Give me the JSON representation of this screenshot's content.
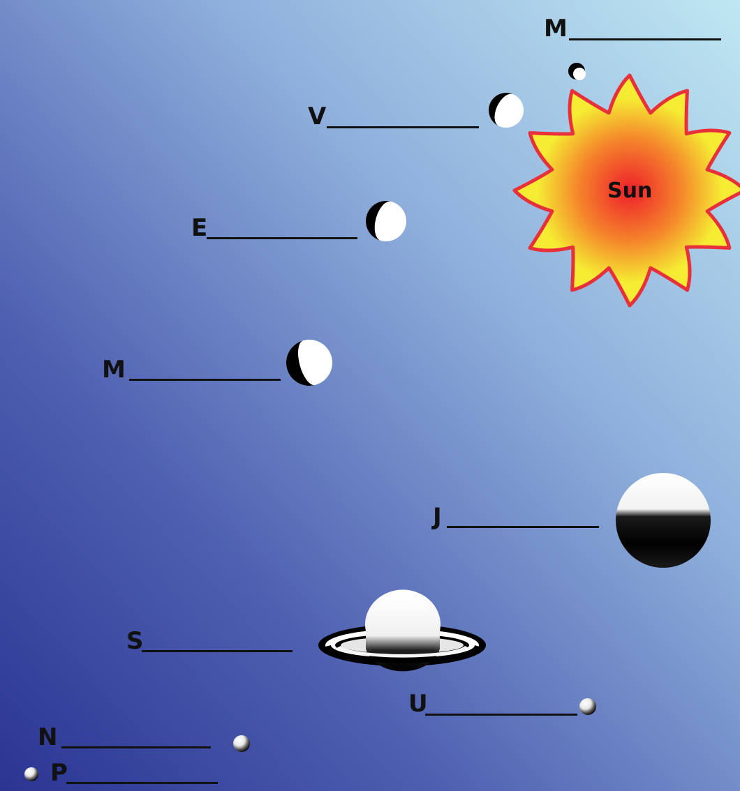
{
  "background": {
    "top_right": "#b8e3f0",
    "bottom_left": "#2a3592"
  },
  "sun": {
    "label": "Sun",
    "core": "#ee1f2b",
    "body": "#f5ec33",
    "outline": "#e8303a"
  },
  "planet_labels": [
    {
      "id": "mercury",
      "letter": "M"
    },
    {
      "id": "venus",
      "letter": "V"
    },
    {
      "id": "earth",
      "letter": "E"
    },
    {
      "id": "mars",
      "letter": "M"
    },
    {
      "id": "jupiter",
      "letter": "J"
    },
    {
      "id": "saturn",
      "letter": "S"
    },
    {
      "id": "uranus",
      "letter": "U"
    },
    {
      "id": "neptune",
      "letter": "N"
    },
    {
      "id": "pluto",
      "letter": "P"
    }
  ]
}
